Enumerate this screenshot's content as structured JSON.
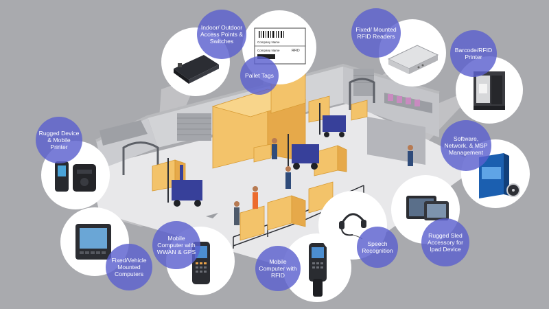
{
  "labels": {
    "access_points": "Indoor/ Outdoor Access Points & Switches",
    "pallet_tags": "Pallet Tags",
    "rfid_readers": "Fixed/ Mounted RFID Readers",
    "barcode_printer": "Barcode/RFID Printer",
    "rugged_device": "Rugged Device & Mobile Printer",
    "software": "Software, Network, & MSP Management",
    "vehicle_computers": "Fixed/Vehicle Mounted Computers",
    "mobile_wwan": "Mobile Computer with WWAN & GPS",
    "mobile_rfid": "Mobile Computer with RFID",
    "speech": "Speech Recognition",
    "sled": "Rugged Sled Accessory for Ipad Device"
  },
  "pallet_tag": {
    "company_name": "Company Name",
    "company_name_2": "Company Name",
    "rfid": "RFID"
  },
  "colors": {
    "background": "#a9aaae",
    "label_circle": "#5c60ce",
    "bubble": "#ffffff",
    "box": "#f2c165",
    "forklift": "#37409a"
  }
}
